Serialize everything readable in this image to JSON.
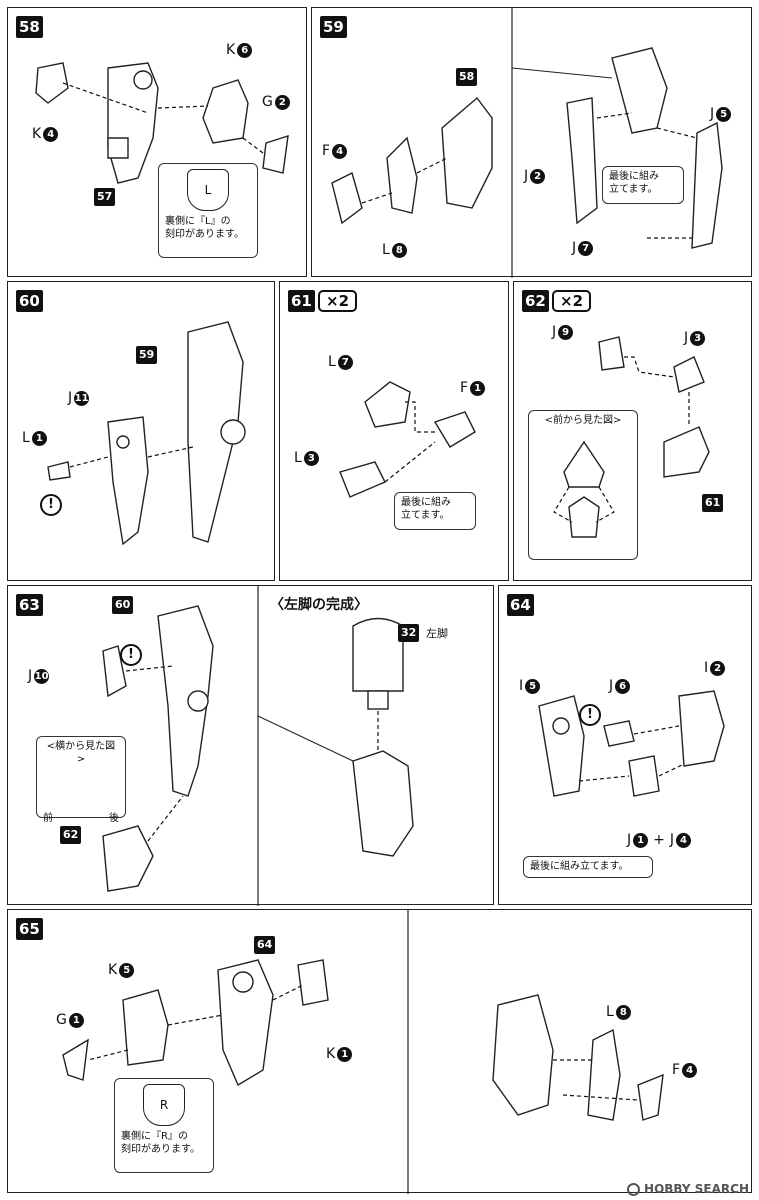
{
  "steps": {
    "s58": {
      "number": "58",
      "labels": {
        "k6": {
          "letter": "K",
          "num": "6"
        },
        "g2": {
          "letter": "G",
          "num": "2"
        },
        "k4": {
          "letter": "K",
          "num": "4"
        }
      },
      "ref": "57",
      "note": {
        "mark": "L",
        "line1": "裏側に『L』の",
        "line2": "刻印があります。"
      }
    },
    "s59": {
      "number": "59",
      "ref": "58",
      "labels": {
        "f4": {
          "letter": "F",
          "num": "4"
        },
        "l8": {
          "letter": "L",
          "num": "8"
        },
        "j2": {
          "letter": "J",
          "num": "2"
        },
        "j5": {
          "letter": "J",
          "num": "5"
        },
        "j7": {
          "letter": "J",
          "num": "7"
        }
      },
      "note": {
        "line1": "最後に組み",
        "line2": "立てます。"
      }
    },
    "s60": {
      "number": "60",
      "ref": "59",
      "labels": {
        "j11": {
          "letter": "J",
          "num": "11"
        },
        "l1": {
          "letter": "L",
          "num": "1"
        }
      },
      "exclaim": "!"
    },
    "s61": {
      "number": "61",
      "multiplier": "×2",
      "labels": {
        "l7": {
          "letter": "L",
          "num": "7"
        },
        "f1": {
          "letter": "F",
          "num": "1"
        },
        "l3": {
          "letter": "L",
          "num": "3"
        }
      },
      "note": {
        "line1": "最後に組み",
        "line2": "立てます。"
      }
    },
    "s62": {
      "number": "62",
      "multiplier": "×2",
      "ref": "61",
      "labels": {
        "j9": {
          "letter": "J",
          "num": "9"
        },
        "j3": {
          "letter": "J",
          "num": "3"
        }
      },
      "note": {
        "title": "<前から見た図>"
      }
    },
    "s63": {
      "number": "63",
      "ref_top": "60",
      "ref_bottom": "62",
      "labels": {
        "j10": {
          "letter": "J",
          "num": "10"
        }
      },
      "exclaim": "!",
      "note": {
        "title": "<横から見た図>",
        "front": "前",
        "back": "後"
      }
    },
    "complete": {
      "heading": "〈左脚の完成〉",
      "ref": "32",
      "ref_label": "左脚"
    },
    "s64": {
      "number": "64",
      "labels": {
        "i5": {
          "letter": "I",
          "num": "5"
        },
        "j6": {
          "letter": "J",
          "num": "6"
        },
        "i2": {
          "letter": "I",
          "num": "2"
        },
        "j1": {
          "letter": "J",
          "num": "1"
        },
        "plus": "+",
        "j4": {
          "letter": "J",
          "num": "4"
        }
      },
      "exclaim": "!",
      "note": {
        "line1": "最後に組み立てます。"
      }
    },
    "s65": {
      "number": "65",
      "ref": "64",
      "labels": {
        "k5": {
          "letter": "K",
          "num": "5"
        },
        "g1": {
          "letter": "G",
          "num": "1"
        },
        "k1": {
          "letter": "K",
          "num": "1"
        },
        "l8": {
          "letter": "L",
          "num": "8"
        },
        "f4": {
          "letter": "F",
          "num": "4"
        }
      },
      "note": {
        "mark": "R",
        "line1": "裏側に『R』の",
        "line2": "刻印があります。"
      }
    }
  },
  "watermark": "HOBBY SEARCH"
}
